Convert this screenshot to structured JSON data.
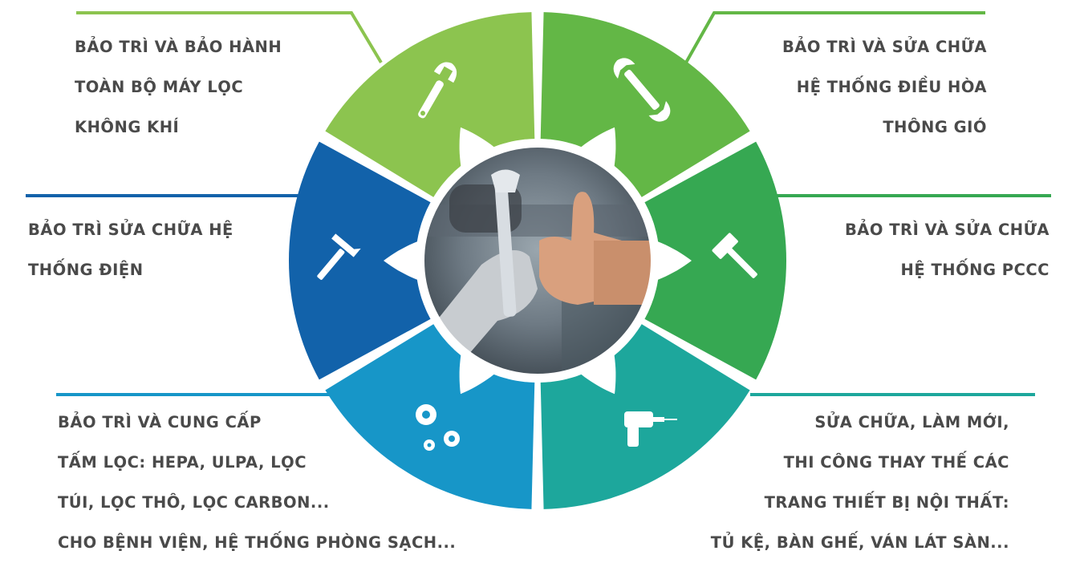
{
  "colors": {
    "green_light": "#8cc44f",
    "green_mid": "#63b746",
    "green_dark": "#36a852",
    "teal": "#1da79c",
    "blue_light": "#1796c8",
    "blue_dark": "#1262aa",
    "text": "#4a4a4a",
    "center_ring": "#ffffff"
  },
  "center_image": {
    "subject": "gloved hand holding wrench beside hand giving thumbs up"
  },
  "segments": [
    {
      "id": "top-left",
      "icon": "adjustable-wrench-icon",
      "color": "#8cc44f",
      "lines": [
        "BẢO TRÌ VÀ BẢO HÀNH",
        "TOÀN BỘ MÁY LỌC",
        "KHÔNG KHÍ"
      ]
    },
    {
      "id": "top-right",
      "icon": "wrench-icon",
      "color": "#63b746",
      "lines": [
        "BẢO TRÌ VÀ SỬA CHỮA",
        "HỆ THỐNG ĐIỀU HÒA",
        "THÔNG GIÓ"
      ]
    },
    {
      "id": "mid-right",
      "icon": "hammer-icon",
      "color": "#36a852",
      "lines": [
        "BẢO TRÌ VÀ SỬA CHỮA",
        "HỆ THỐNG PCCC"
      ]
    },
    {
      "id": "bottom-right",
      "icon": "drill-icon",
      "color": "#1da79c",
      "lines": [
        "SỬA CHỮA, LÀM MỚI,",
        "THI CÔNG THAY THẾ CÁC",
        "TRANG THIẾT BỊ NỘI THẤT:",
        "TỦ KỆ, BÀN GHẾ, VÁN LÁT SÀN..."
      ]
    },
    {
      "id": "bottom-left",
      "icon": "gears-icon",
      "color": "#1796c8",
      "lines": [
        "BẢO TRÌ VÀ CUNG CẤP",
        "TẤM LỌC: HEPA, ULPA, LỌC",
        "TÚI, LỌC THÔ, LỌC CARBON...",
        "CHO BỆNH VIỆN, HỆ THỐNG PHÒNG SẠCH..."
      ]
    },
    {
      "id": "mid-left",
      "icon": "claw-hammer-icon",
      "color": "#1262aa",
      "lines": [
        "BẢO TRÌ SỬA CHỮA HỆ",
        "THỐNG ĐIỆN"
      ]
    }
  ]
}
